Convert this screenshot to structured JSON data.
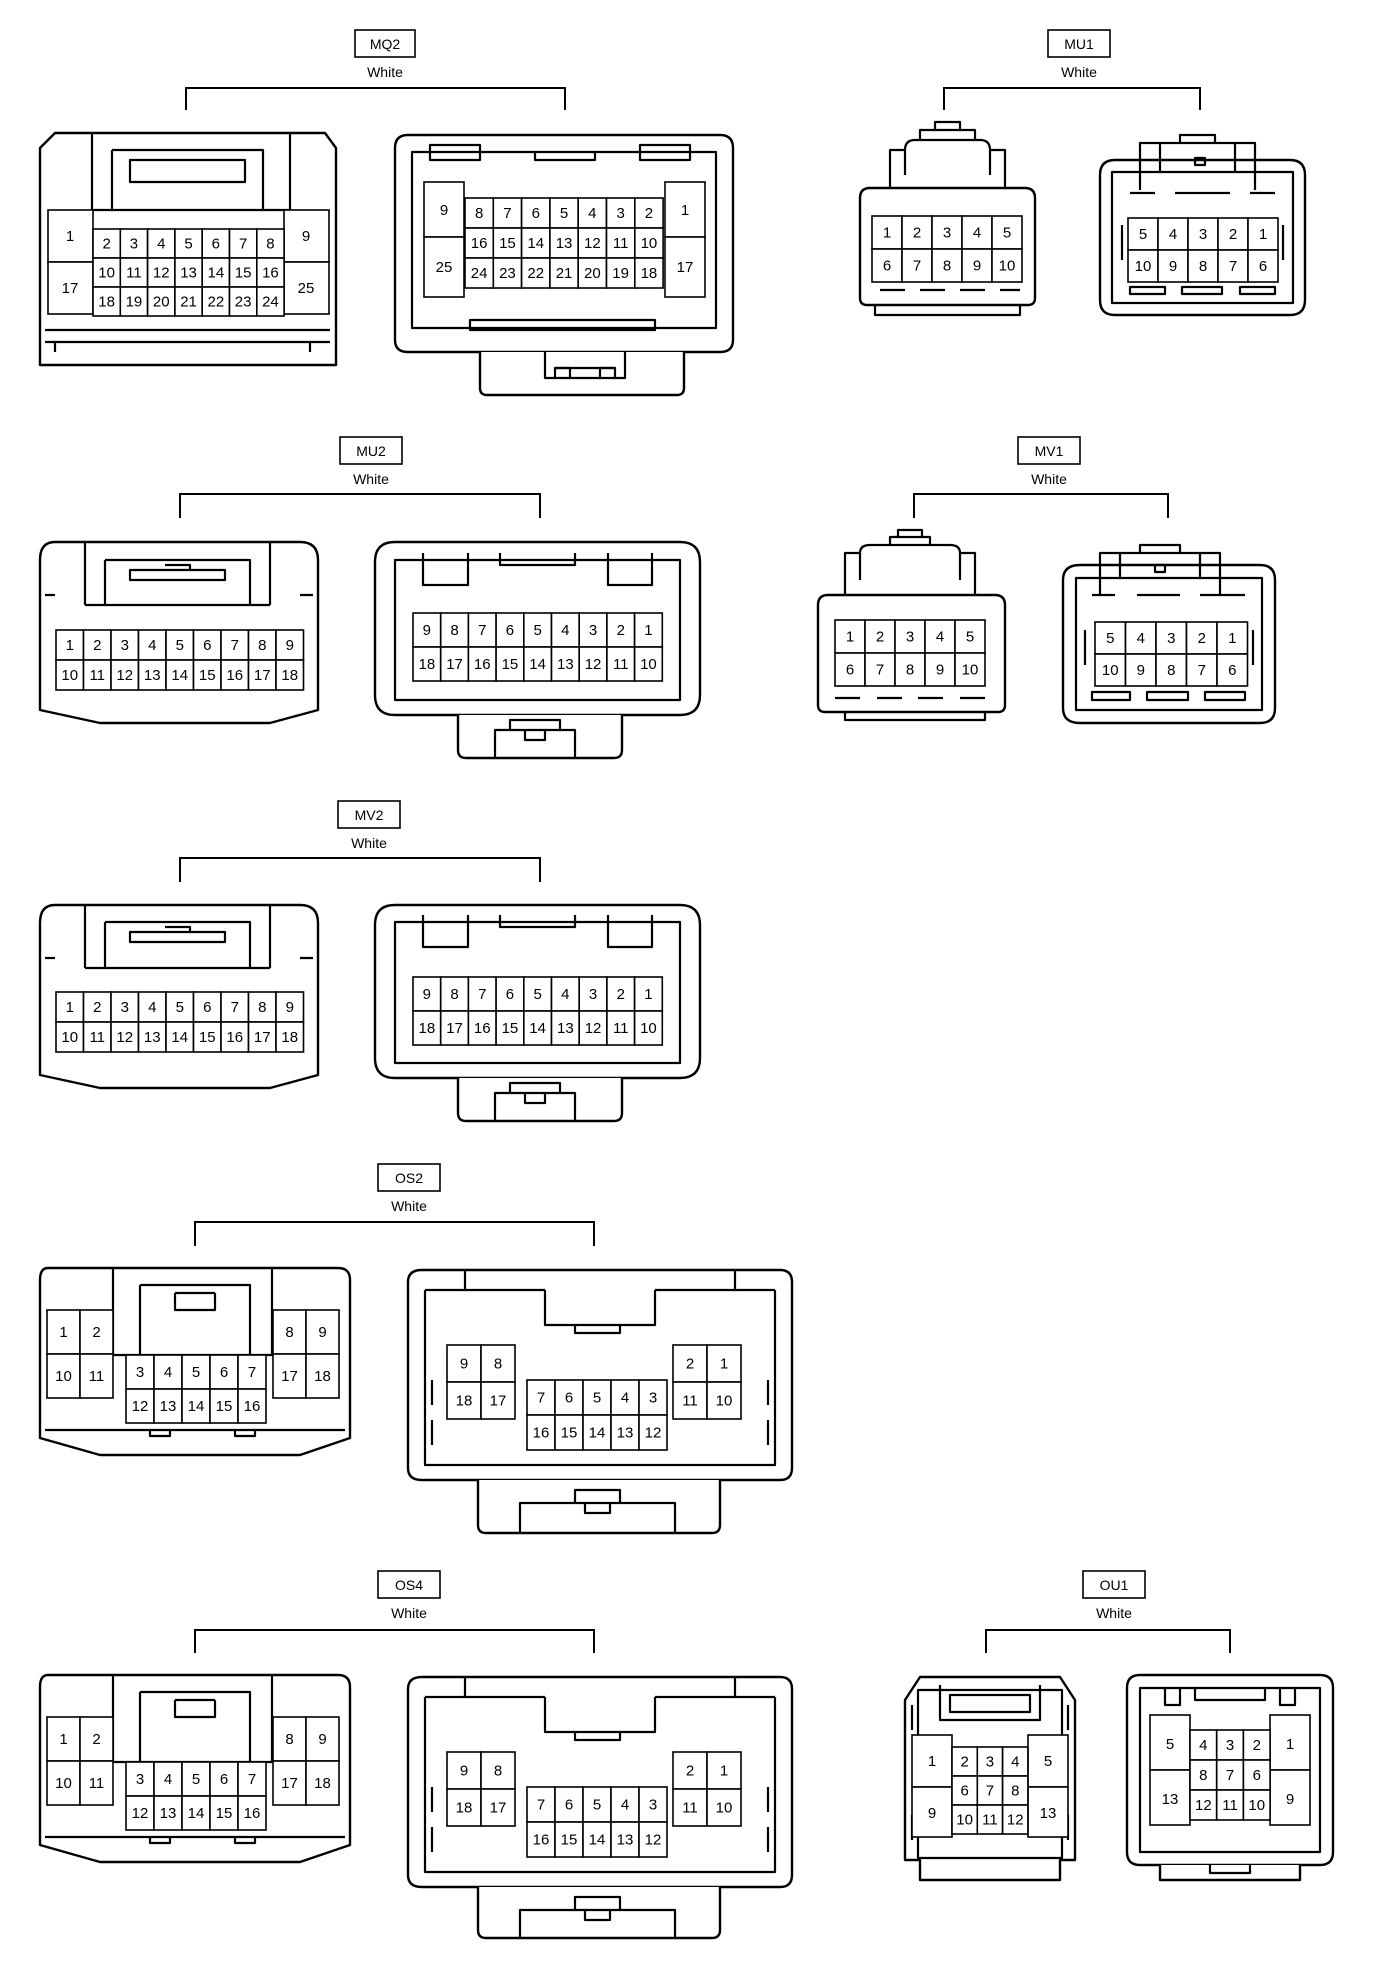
{
  "groups": [
    {
      "name": "MQ2",
      "color": "White"
    },
    {
      "name": "MU1",
      "color": "White"
    },
    {
      "name": "MU2",
      "color": "White"
    },
    {
      "name": "MV1",
      "color": "White"
    },
    {
      "name": "MV2",
      "color": "White"
    },
    {
      "name": "OS2",
      "color": "White"
    },
    {
      "name": "OS4",
      "color": "White"
    },
    {
      "name": "OU1",
      "color": "White"
    }
  ],
  "pins": {
    "mq2_left": [
      [
        "2",
        "3",
        "4",
        "5",
        "6",
        "7",
        "8"
      ],
      [
        "10",
        "11",
        "12",
        "13",
        "14",
        "15",
        "16"
      ],
      [
        "18",
        "19",
        "20",
        "21",
        "22",
        "23",
        "24"
      ]
    ],
    "mq2_left_side_l": [
      "1",
      "17"
    ],
    "mq2_left_side_r": [
      "9",
      "25"
    ],
    "mq2_right": [
      [
        "8",
        "7",
        "6",
        "5",
        "4",
        "3",
        "2"
      ],
      [
        "16",
        "15",
        "14",
        "13",
        "12",
        "11",
        "10"
      ],
      [
        "24",
        "23",
        "22",
        "21",
        "20",
        "19",
        "18"
      ]
    ],
    "mq2_right_side_l": [
      "9",
      "25"
    ],
    "mq2_right_side_r": [
      "1",
      "17"
    ],
    "mu1_left": [
      [
        "1",
        "2",
        "3",
        "4",
        "5"
      ],
      [
        "6",
        "7",
        "8",
        "9",
        "10"
      ]
    ],
    "mu1_right": [
      [
        "5",
        "4",
        "3",
        "2",
        "1"
      ],
      [
        "10",
        "9",
        "8",
        "7",
        "6"
      ]
    ],
    "mu2_left": [
      [
        "1",
        "2",
        "3",
        "4",
        "5",
        "6",
        "7",
        "8",
        "9"
      ],
      [
        "10",
        "11",
        "12",
        "13",
        "14",
        "15",
        "16",
        "17",
        "18"
      ]
    ],
    "mu2_right": [
      [
        "9",
        "8",
        "7",
        "6",
        "5",
        "4",
        "3",
        "2",
        "1"
      ],
      [
        "18",
        "17",
        "16",
        "15",
        "14",
        "13",
        "12",
        "11",
        "10"
      ]
    ],
    "mv1_left": [
      [
        "1",
        "2",
        "3",
        "4",
        "5"
      ],
      [
        "6",
        "7",
        "8",
        "9",
        "10"
      ]
    ],
    "mv1_right": [
      [
        "5",
        "4",
        "3",
        "2",
        "1"
      ],
      [
        "10",
        "9",
        "8",
        "7",
        "6"
      ]
    ],
    "mv2_left": [
      [
        "1",
        "2",
        "3",
        "4",
        "5",
        "6",
        "7",
        "8",
        "9"
      ],
      [
        "10",
        "11",
        "12",
        "13",
        "14",
        "15",
        "16",
        "17",
        "18"
      ]
    ],
    "mv2_right": [
      [
        "9",
        "8",
        "7",
        "6",
        "5",
        "4",
        "3",
        "2",
        "1"
      ],
      [
        "18",
        "17",
        "16",
        "15",
        "14",
        "13",
        "12",
        "11",
        "10"
      ]
    ],
    "os_left_a": [
      [
        "1",
        "2"
      ],
      [
        "10",
        "11"
      ]
    ],
    "os_left_b": [
      [
        "3",
        "4",
        "5",
        "6",
        "7"
      ],
      [
        "12",
        "13",
        "14",
        "15",
        "16"
      ]
    ],
    "os_left_c": [
      [
        "8",
        "9"
      ],
      [
        "17",
        "18"
      ]
    ],
    "os_right_a": [
      [
        "9",
        "8"
      ],
      [
        "18",
        "17"
      ]
    ],
    "os_right_b": [
      [
        "7",
        "6",
        "5",
        "4",
        "3"
      ],
      [
        "16",
        "15",
        "14",
        "13",
        "12"
      ]
    ],
    "os_right_c": [
      [
        "2",
        "1"
      ],
      [
        "11",
        "10"
      ]
    ],
    "ou1_left_mid": [
      [
        "2",
        "3",
        "4"
      ],
      [
        "6",
        "7",
        "8"
      ],
      [
        "10",
        "11",
        "12"
      ]
    ],
    "ou1_left_side_l": [
      "1",
      "9"
    ],
    "ou1_left_side_r": [
      "5",
      "13"
    ],
    "ou1_right_mid": [
      [
        "4",
        "3",
        "2"
      ],
      [
        "8",
        "7",
        "6"
      ],
      [
        "12",
        "11",
        "10"
      ]
    ],
    "ou1_right_side_l": [
      "5",
      "13"
    ],
    "ou1_right_side_r": [
      "1",
      "9"
    ]
  }
}
